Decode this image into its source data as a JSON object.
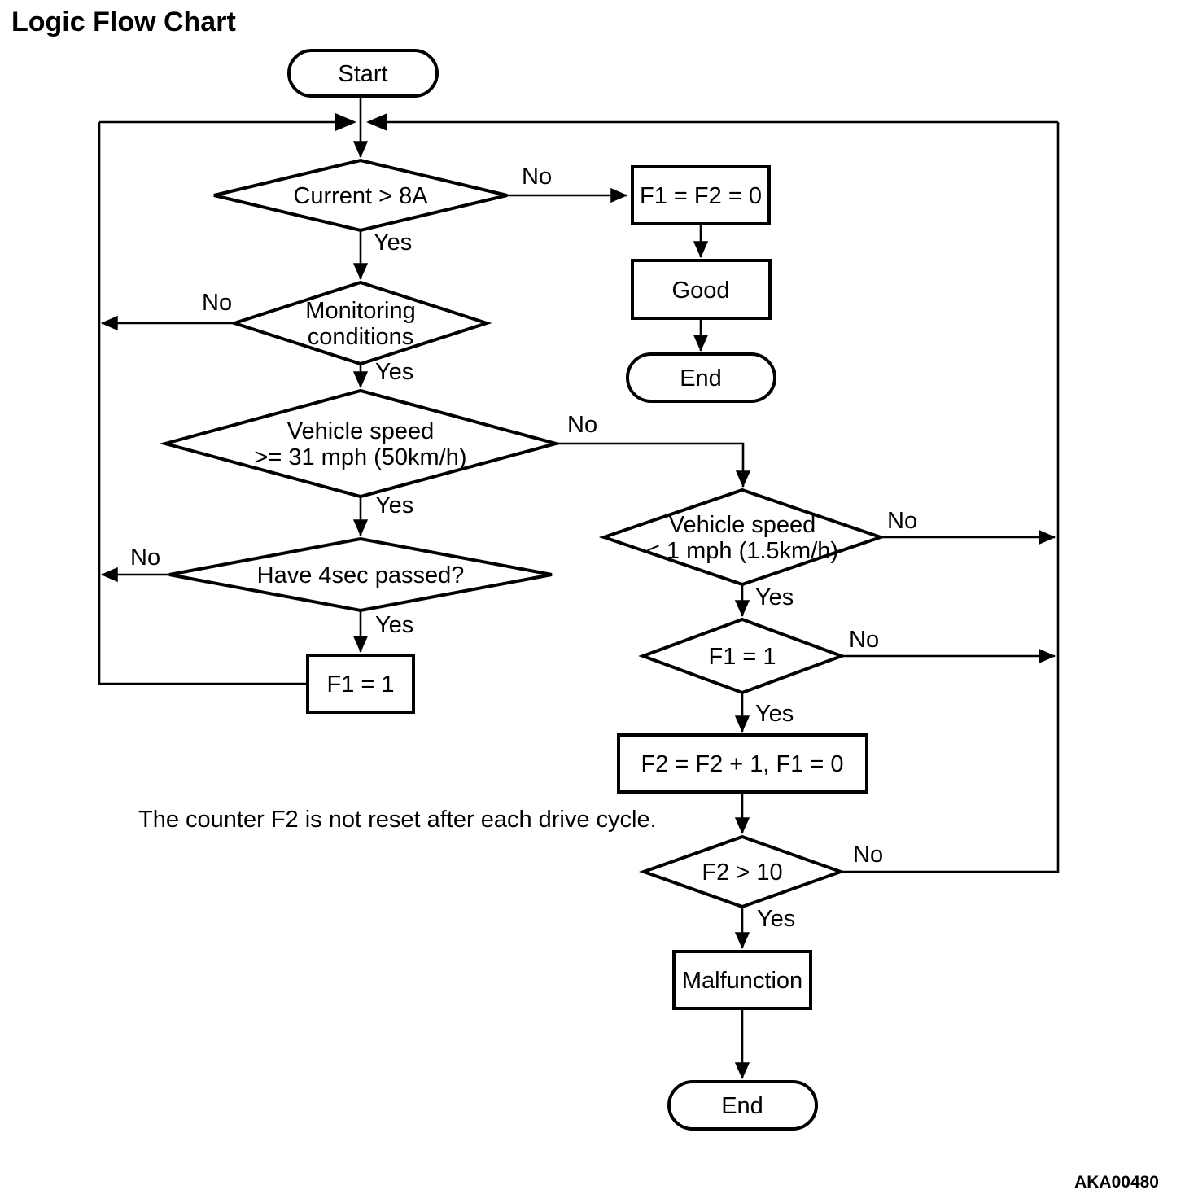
{
  "title": "Logic Flow Chart",
  "figure_code": "AKA00480",
  "note": "The counter F2 is not reset after each drive cycle.",
  "colors": {
    "ink": "#000000",
    "background": "#ffffff"
  },
  "nodes": {
    "start": {
      "type": "terminator",
      "label": "Start"
    },
    "current_check": {
      "type": "decision",
      "lines": [
        "Current > 8A"
      ]
    },
    "reset_flags": {
      "type": "process",
      "label": "F1 = F2 = 0"
    },
    "good": {
      "type": "process",
      "label": "Good"
    },
    "end_top": {
      "type": "terminator",
      "label": "End"
    },
    "monitoring": {
      "type": "decision",
      "lines": [
        "Monitoring",
        "conditions"
      ]
    },
    "speed_high": {
      "type": "decision",
      "lines": [
        "Vehicle speed",
        ">= 31 mph (50km/h)"
      ]
    },
    "four_sec": {
      "type": "decision",
      "lines": [
        "Have 4sec passed?"
      ]
    },
    "set_f1": {
      "type": "process",
      "label": "F1 = 1"
    },
    "speed_low": {
      "type": "decision",
      "lines": [
        "Vehicle speed",
        "< 1 mph (1.5km/h)"
      ]
    },
    "f1_check": {
      "type": "decision",
      "lines": [
        "F1 = 1"
      ]
    },
    "increment_f2": {
      "type": "process",
      "label": "F2 = F2 + 1, F1 = 0"
    },
    "f2_check": {
      "type": "decision",
      "lines": [
        "F2 > 10"
      ]
    },
    "malfunction": {
      "type": "process",
      "label": "Malfunction"
    },
    "end_bottom": {
      "type": "terminator",
      "label": "End"
    }
  },
  "edges": {
    "current_no": "No",
    "current_yes": "Yes",
    "monitoring_no": "No",
    "monitoring_yes": "Yes",
    "speed_high_no": "No",
    "speed_high_yes": "Yes",
    "four_sec_no": "No",
    "four_sec_yes": "Yes",
    "speed_low_no": "No",
    "speed_low_yes": "Yes",
    "f1_check_no": "No",
    "f1_check_yes": "Yes",
    "f2_check_no": "No",
    "f2_check_yes": "Yes"
  }
}
